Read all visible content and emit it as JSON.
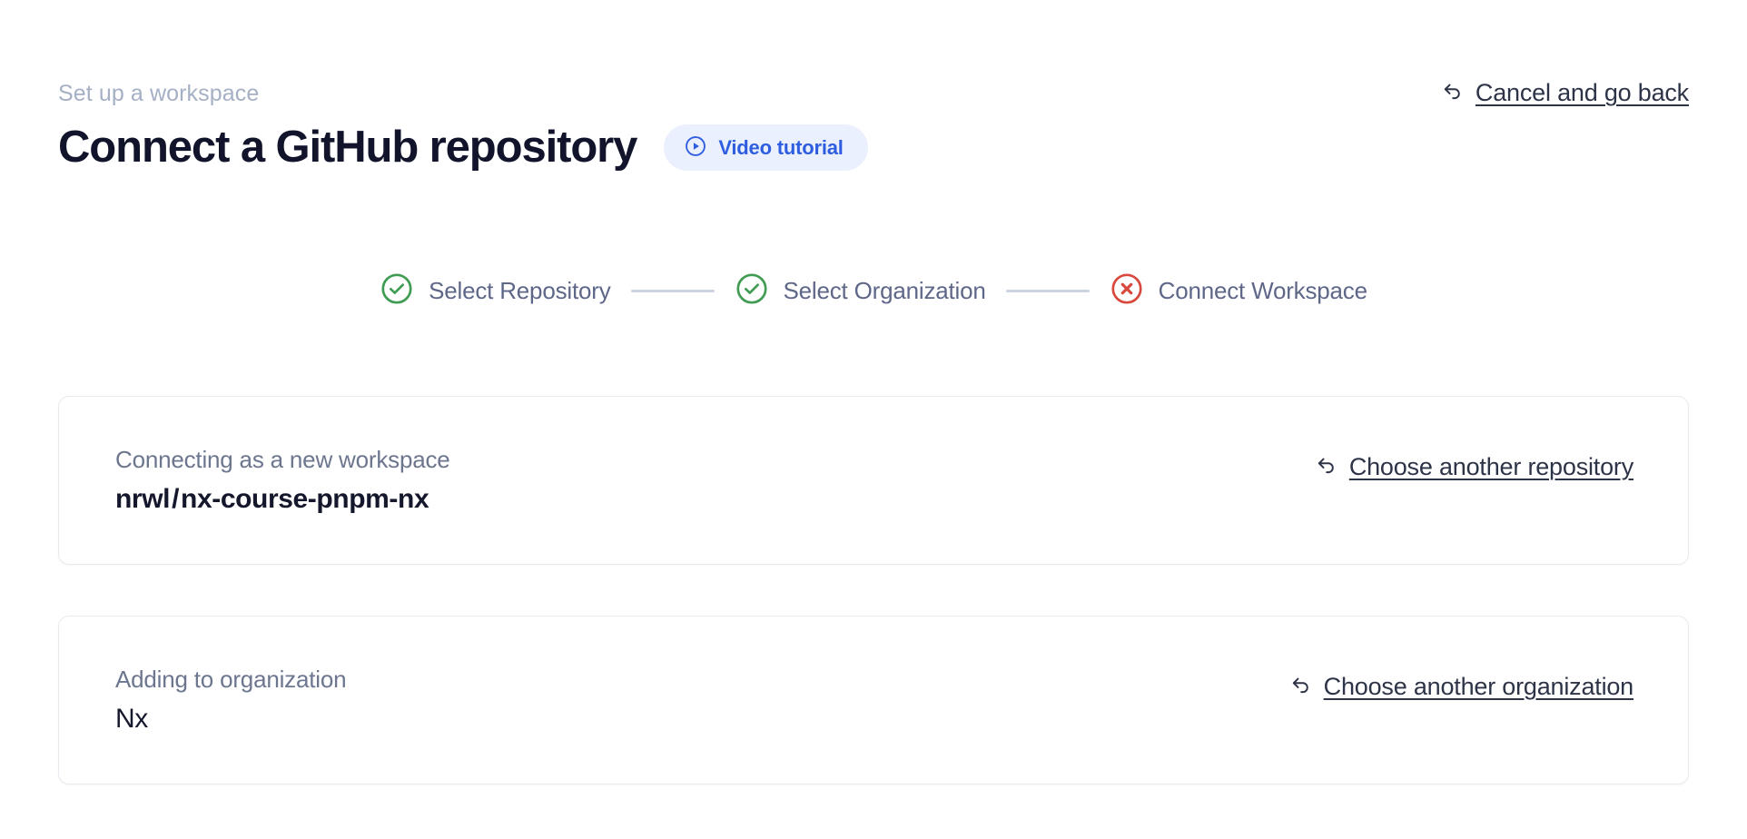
{
  "header": {
    "eyebrow": "Set up a workspace",
    "title": "Connect a GitHub repository",
    "video_badge_label": "Video tutorial",
    "video_badge_icon": "play-circle-icon",
    "cancel_link_label": "Cancel and go back",
    "cancel_link_icon": "undo-arrow-icon"
  },
  "stepper": {
    "steps": [
      {
        "label": "Select Repository",
        "state": "complete",
        "icon": "check-circle-icon"
      },
      {
        "label": "Select Organization",
        "state": "complete",
        "icon": "check-circle-icon"
      },
      {
        "label": "Connect Workspace",
        "state": "error",
        "icon": "x-circle-icon"
      }
    ]
  },
  "cards": [
    {
      "caption": "Connecting as a new workspace",
      "value_owner": "nrwl",
      "value_separator": "/",
      "value_name": "nx-course-pnpm-nx",
      "link_label": "Choose another repository",
      "link_icon": "undo-arrow-icon"
    },
    {
      "caption": "Adding to organization",
      "value_owner": "Nx",
      "link_label": "Choose another organization",
      "link_icon": "undo-arrow-icon"
    }
  ],
  "colors": {
    "accent_blue": "#2f5de0",
    "badge_background": "#eaf0fd",
    "success_green": "#3f9c52",
    "error_red": "#d9483c",
    "text_primary": "#15182c",
    "text_muted": "#6d768f",
    "eyebrow": "#a5b0c5",
    "connector": "#ccd3e2",
    "card_border": "#e8eaf0"
  }
}
